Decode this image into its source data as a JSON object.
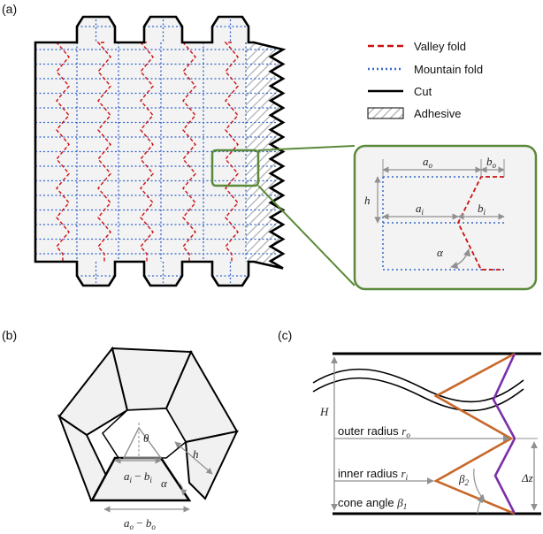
{
  "panels": {
    "a": "(a)",
    "b": "(b)",
    "c": "(c)"
  },
  "legend": {
    "valley": "Valley fold",
    "mountain": "Mountain fold",
    "cut": "Cut",
    "adhesive": "Adhesive"
  },
  "inset": {
    "ao": "a",
    "ao_sub": "o",
    "bo": "b",
    "bo_sub": "o",
    "ai": "a",
    "ai_sub": "i",
    "bi": "b",
    "bi_sub": "i",
    "h": "h",
    "alpha": "α"
  },
  "hex": {
    "theta": "θ",
    "h": "h",
    "ai_bi_a": "a",
    "ai_bi_asub": "i",
    "ai_bi_mid": " − ",
    "ai_bi_b": "b",
    "ai_bi_bsub": "i",
    "alpha": "α",
    "ao_bo_a": "a",
    "ao_bo_asub": "o",
    "ao_bo_mid": " − ",
    "ao_bo_b": "b",
    "ao_bo_bsub": "o"
  },
  "cone": {
    "H": "H",
    "outer": "outer radius ",
    "outer_r": "r",
    "outer_sub": "o",
    "inner": "inner radius ",
    "inner_r": "r",
    "inner_sub": "i",
    "cone_angle": "cone angle ",
    "beta": "β",
    "beta1_sub": "1",
    "beta2_sub": "2",
    "dz": "Δz"
  },
  "colors": {
    "valley": "#cc1111",
    "mountain": "#3366cc",
    "cut": "#000000",
    "inset_border": "#5a8a3a",
    "orange": "#c8682a",
    "purple": "#7a2fa8",
    "gray_fill": "#f1f1f1",
    "dim": "#909090"
  }
}
